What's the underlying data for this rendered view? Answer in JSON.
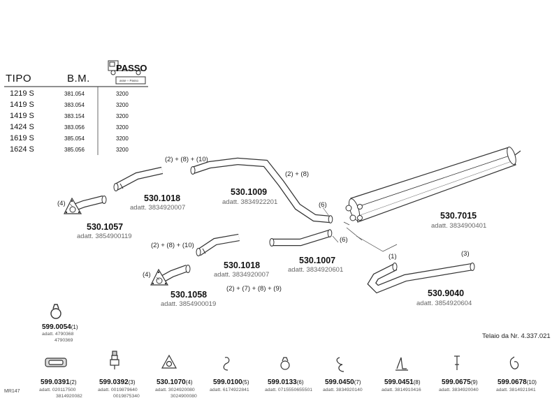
{
  "table": {
    "headers": {
      "tipo": "TIPO",
      "bm": "B.M.",
      "passo": "PASSO"
    },
    "passo_badge_sub": "asse ÷ Passo",
    "rows": [
      {
        "tipo": "1219  S",
        "bm": "381.054",
        "passo": "3200"
      },
      {
        "tipo": "1419  S",
        "bm": "383.054",
        "passo": "3200"
      },
      {
        "tipo": "1419  S",
        "bm": "383.154",
        "passo": "3200"
      },
      {
        "tipo": "1424  S",
        "bm": "383.056",
        "passo": "3200"
      },
      {
        "tipo": "1619  S",
        "bm": "385.054",
        "passo": "3200"
      },
      {
        "tipo": "1624  S",
        "bm": "385.056",
        "passo": "3200"
      }
    ]
  },
  "parts": [
    {
      "code": "530.1057",
      "adatt": "adatt. 3854900119"
    },
    {
      "code": "530.1018",
      "adatt": "adatt. 3834920007"
    },
    {
      "code": "530.1009",
      "adatt": "adatt. 3834922201"
    },
    {
      "code": "530.7015",
      "adatt": "adatt. 3834900401"
    },
    {
      "code": "530.1018",
      "adatt": "adatt. 3834920007"
    },
    {
      "code": "530.1007",
      "adatt": "adatt. 3834920601"
    },
    {
      "code": "530.1058",
      "adatt": "adatt. 3854900019"
    },
    {
      "code": "530.9040",
      "adatt": "adatt. 3854920604"
    }
  ],
  "callouts": {
    "c1": "(2) + (8) + (10)",
    "c2": "(2) + (8)",
    "c3": "(4)",
    "c4": "(6)",
    "c5": "(2) + (8) + (10)",
    "c6": "(4)",
    "c7": "(6)",
    "c8": "(2) + (7) + (8) + (9)",
    "c9": "(1)",
    "c10": "(3)"
  },
  "accessory_top": {
    "code": "599.0054",
    "num": "(1)",
    "refs": [
      "adatt. 4790368",
      "4790369"
    ]
  },
  "telaio": "Telaio da Nr. 4.337.021",
  "accessories": [
    {
      "code": "599.0391",
      "num": "(2)",
      "refs": [
        "adatt. 020117500",
        "3814920082"
      ]
    },
    {
      "code": "599.0392",
      "num": "(3)",
      "refs": [
        "adatt. 0019879640",
        "0019875340"
      ]
    },
    {
      "code": "530.1070",
      "num": "(4)",
      "refs": [
        "adatt. 3024920080",
        "3024900080"
      ]
    },
    {
      "code": "599.0100",
      "num": "(5)",
      "refs": [
        "adatt. 6174922841"
      ]
    },
    {
      "code": "599.0133",
      "num": "(6)",
      "refs": [
        "adatt. 0715550655501"
      ]
    },
    {
      "code": "599.0450",
      "num": "(7)",
      "refs": [
        "adatt. 3834920140"
      ]
    },
    {
      "code": "599.0451",
      "num": "(8)",
      "refs": [
        "adatt. 3814910416"
      ]
    },
    {
      "code": "599.0675",
      "num": "(9)",
      "refs": [
        "adatt. 3834920040"
      ]
    },
    {
      "code": "599.0678",
      "num": "(10)",
      "refs": [
        "adatt. 3814921941"
      ]
    }
  ],
  "page_code": "MR147"
}
